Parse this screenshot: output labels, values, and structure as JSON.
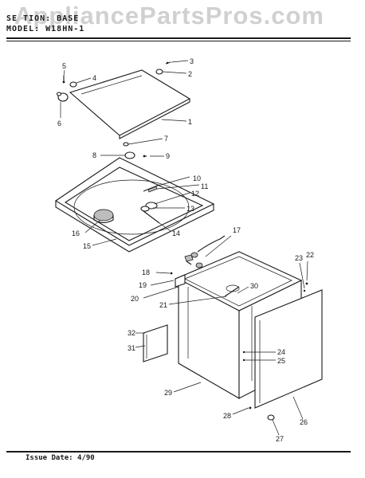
{
  "header": {
    "line1": "SE TION: BASE",
    "line2": "MODEL: W18HN-1"
  },
  "watermark": "AppliancePartsPros.com",
  "footer": "Issue Date: 4/90",
  "callouts": [
    "1",
    "2",
    "3",
    "4",
    "5",
    "6",
    "7",
    "8",
    "9",
    "10",
    "11",
    "12",
    "13",
    "14",
    "15",
    "16",
    "17",
    "18",
    "19",
    "20",
    "21",
    "22",
    "23",
    "24",
    "25",
    "26",
    "27",
    "28",
    "29",
    "30",
    "31",
    "32"
  ],
  "colors": {
    "ink": "#1a1a1a",
    "watermark": "#969696",
    "background": "#ffffff"
  }
}
